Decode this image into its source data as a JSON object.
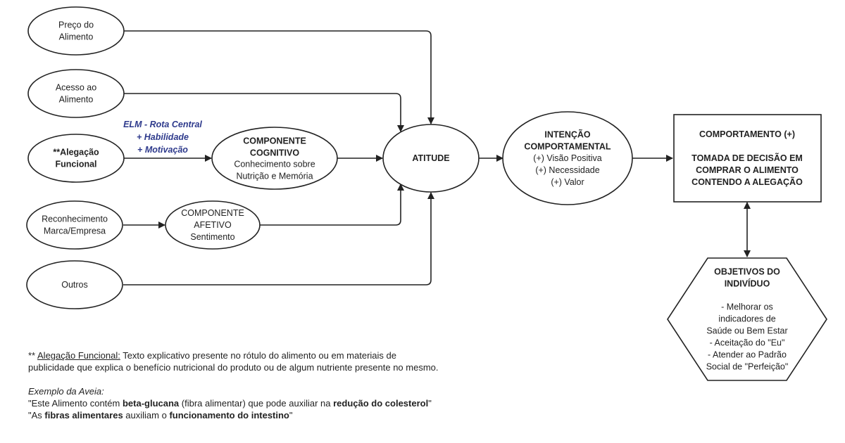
{
  "colors": {
    "stroke": "#222222",
    "text": "#222222",
    "elm_accent": "#2e3a8c",
    "background": "#ffffff"
  },
  "nodes": {
    "preco": [
      "Preço do",
      "Alimento"
    ],
    "acesso": [
      "Acesso ao",
      "Alimento"
    ],
    "alegacao": [
      "**Alegação",
      "Funcional"
    ],
    "reconhecimento": [
      "Reconhecimento",
      "Marca/Empresa"
    ],
    "outros": [
      "Outros"
    ],
    "cognitivo_title": [
      "COMPONENTE",
      "COGNITIVO"
    ],
    "cognitivo_body": [
      "Conhecimento sobre",
      "Nutrição e Memória"
    ],
    "afetivo": [
      "COMPONENTE",
      "AFETIVO",
      "Sentimento"
    ],
    "atitude": [
      "ATITUDE"
    ],
    "intencao_title": [
      "INTENÇÃO",
      "COMPORTAMENTAL"
    ],
    "intencao_body": [
      "(+) Visão Positiva",
      "(+) Necessidade",
      "(+) Valor"
    ],
    "comportamento_title": [
      "COMPORTAMENTO (+)"
    ],
    "comportamento_body": [
      "TOMADA DE DECISÃO EM",
      "COMPRAR O ALIMENTO",
      "CONTENDO A ALEGAÇÃO"
    ],
    "objetivos_title": [
      "OBJETIVOS DO",
      "INDIVÍDUO"
    ],
    "objetivos_body": [
      "- Melhorar os",
      "indicadores de",
      "Saúde ou Bem Estar",
      "- Aceitação do \"Eu\"",
      "- Atender ao Padrão",
      "Social de \"Perfeição\""
    ]
  },
  "elm_label": [
    "ELM - Rota Central",
    "+ Habilidade",
    "+ Motivação"
  ],
  "notes": {
    "prefix": "** ",
    "term": "Alegação Funcional:",
    "definition_line1": " Texto explicativo presente no rótulo do alimento ou em materiais de",
    "definition_line2": "publicidade que explica o benefício nutricional do produto ou de algum nutriente presente no mesmo.",
    "example_title": "Exemplo da Aveia:",
    "ex1_a": "\"Este Alimento contém ",
    "ex1_b": "beta-glucana",
    "ex1_c": " (fibra alimentar) que pode auxiliar na ",
    "ex1_d": "redução do colesterol",
    "ex1_e": "\"",
    "ex2_a": "\"As ",
    "ex2_b": "fibras alimentares",
    "ex2_c": " auxiliam o ",
    "ex2_d": "funcionamento do intestino",
    "ex2_e": "\""
  }
}
